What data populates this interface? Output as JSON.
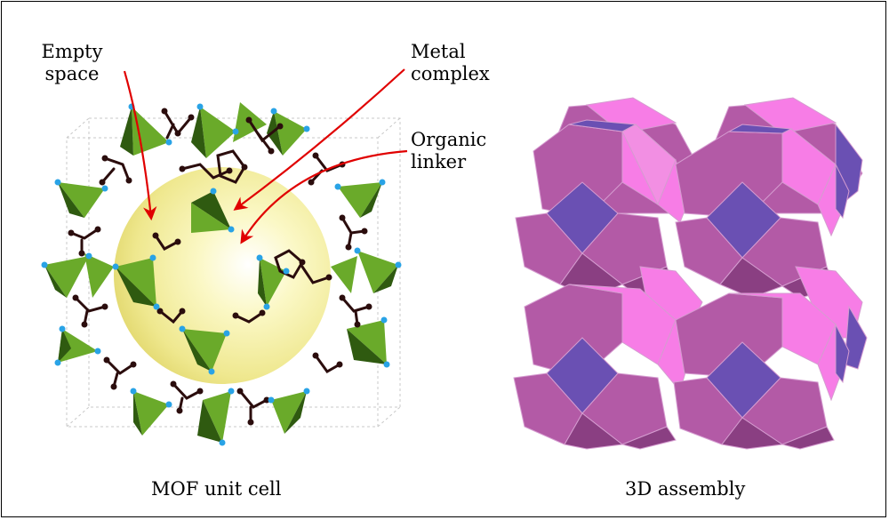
{
  "figure": {
    "annotations": {
      "empty_space": [
        "Empty",
        "space"
      ],
      "metal_complex": [
        "Metal",
        "complex"
      ],
      "organic_linker": [
        "Organic",
        "linker"
      ]
    },
    "captions": {
      "left": "MOF unit cell",
      "right": "3D assembly"
    },
    "colors": {
      "tetrahedron_light": "#6aaa2a",
      "tetrahedron_dark": "#2f5a10",
      "linker_atom": "#2b0d0d",
      "nitrogen_atom": "#29a3e6",
      "cavity_sphere": "#f5f2a6",
      "arrow": "#e00000",
      "polyhedron_pink": "#f77de6",
      "polyhedron_magenta": "#b35aa6",
      "polyhedron_purple": "#6a50b3"
    }
  }
}
